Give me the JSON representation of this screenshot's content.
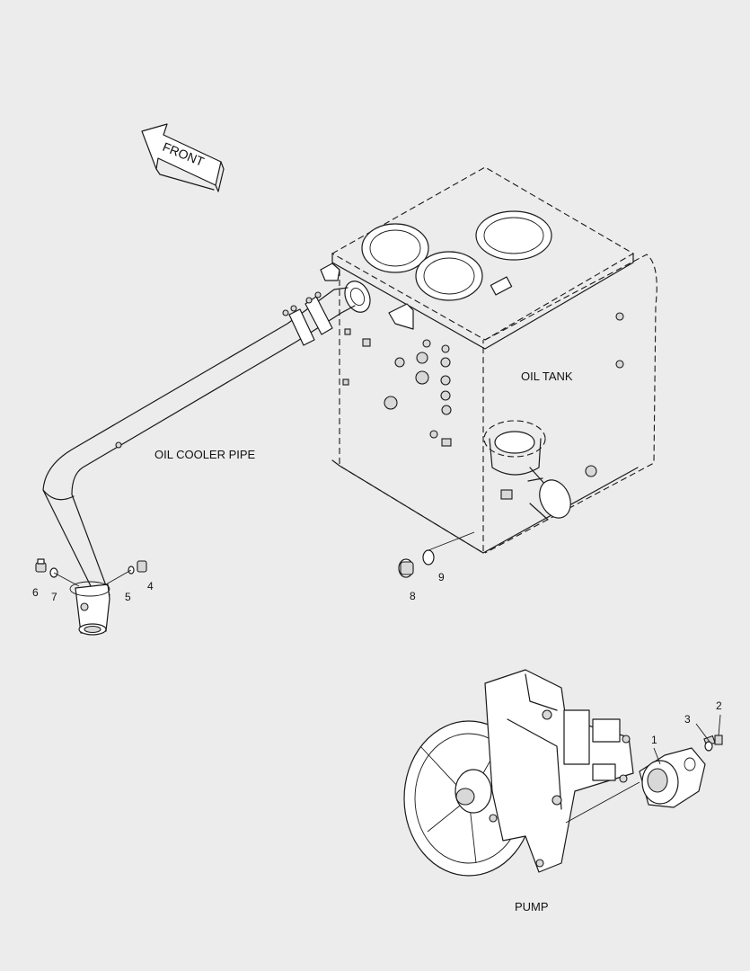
{
  "labels": {
    "front": "FRONT",
    "oil_tank": "OIL TANK",
    "oil_cooler_pipe": "OIL COOLER PIPE",
    "pump": "PUMP"
  },
  "callouts": {
    "n1": "1",
    "n2": "2",
    "n3": "3",
    "n4": "4",
    "n5": "5",
    "n6": "6",
    "n7": "7",
    "n8": "8",
    "n9": "9"
  }
}
